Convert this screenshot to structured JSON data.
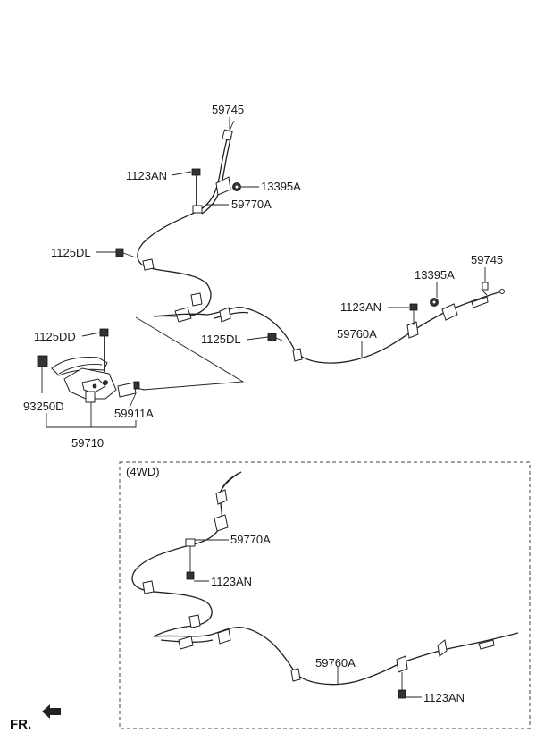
{
  "labels": {
    "p59745_top": "59745",
    "p1123AN_top": "1123AN",
    "p13395A_top": "13395A",
    "p59770A_top": "59770A",
    "p1125DL_left": "1125DL",
    "p59745_right": "59745",
    "p13395A_right": "13395A",
    "p1123AN_mid": "1123AN",
    "p1125DD": "1125DD",
    "p1125DL_mid": "1125DL",
    "p59760A_top": "59760A",
    "p93250D": "93250D",
    "p59911A": "59911A",
    "p59710": "59710",
    "inset_title": "(4WD)",
    "p59770A_4wd": "59770A",
    "p1123AN_4wd": "1123AN",
    "p59760A_4wd": "59760A",
    "p1123AN_4wd_bottom": "1123AN",
    "front": "FR."
  },
  "icons": {
    "front_arrow": "front-direction-arrow-icon"
  }
}
